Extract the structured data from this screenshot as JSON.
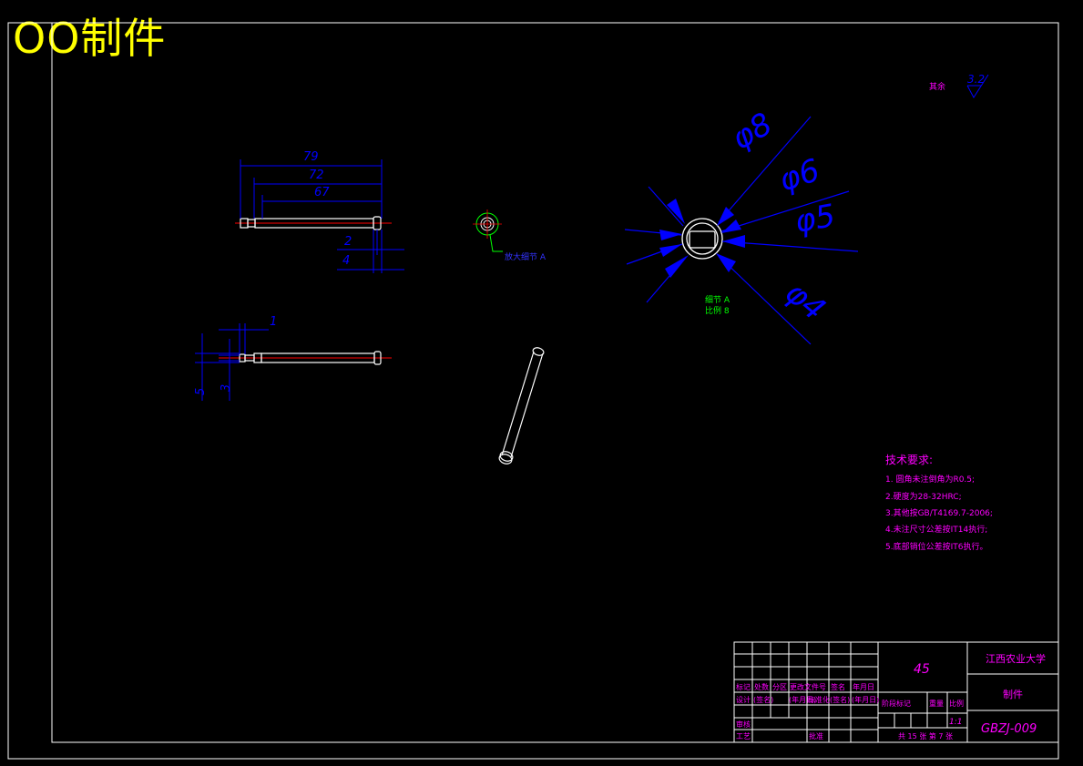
{
  "watermark": "OO制件",
  "drawing": {
    "dims_top": {
      "d79": "79",
      "d72": "72",
      "d67": "67",
      "d2": "2",
      "d4": "4"
    },
    "dims_left": {
      "d1": "1",
      "d5": "5",
      "d3": "3"
    },
    "detail_ref": "放大细节 A",
    "detail_title": "细节 A",
    "detail_scale": "比例 8",
    "dia_8": "φ8",
    "dia_6": "φ6",
    "dia_5": "φ5",
    "dia_4": "φ4",
    "roughness_label": "其余",
    "roughness_value": "3.2"
  },
  "tech": {
    "title": "技术要求:",
    "items": [
      "1. 圆角未注倒角为R0.5;",
      "2.硬度为28-32HRC;",
      "3.其他按GB/T4169.7-2006;",
      "4.未注尺寸公差按IT14执行;",
      "5.底部销位公差按IT6执行。"
    ]
  },
  "title_block": {
    "material": "45",
    "school": "江西农业大学",
    "part_name": "制件",
    "drawing_no": "GBZJ-009",
    "scale": "1:1",
    "sheets": "共 15 张 第 7 张",
    "row_labels": {
      "mark": "标记",
      "count": "处数",
      "zone": "分区",
      "doc": "更改文件号",
      "sign": "签名",
      "date": "年月日",
      "design": "设计",
      "sign2": "(签名)",
      "date2": "(年月日)",
      "std": "标准化",
      "sign3": "(签名)",
      "date3": "(年月日)",
      "stage": "阶段标记",
      "weight": "重量",
      "ratio": "比例",
      "review": "审核",
      "craft": "工艺",
      "approve": "批准"
    }
  }
}
